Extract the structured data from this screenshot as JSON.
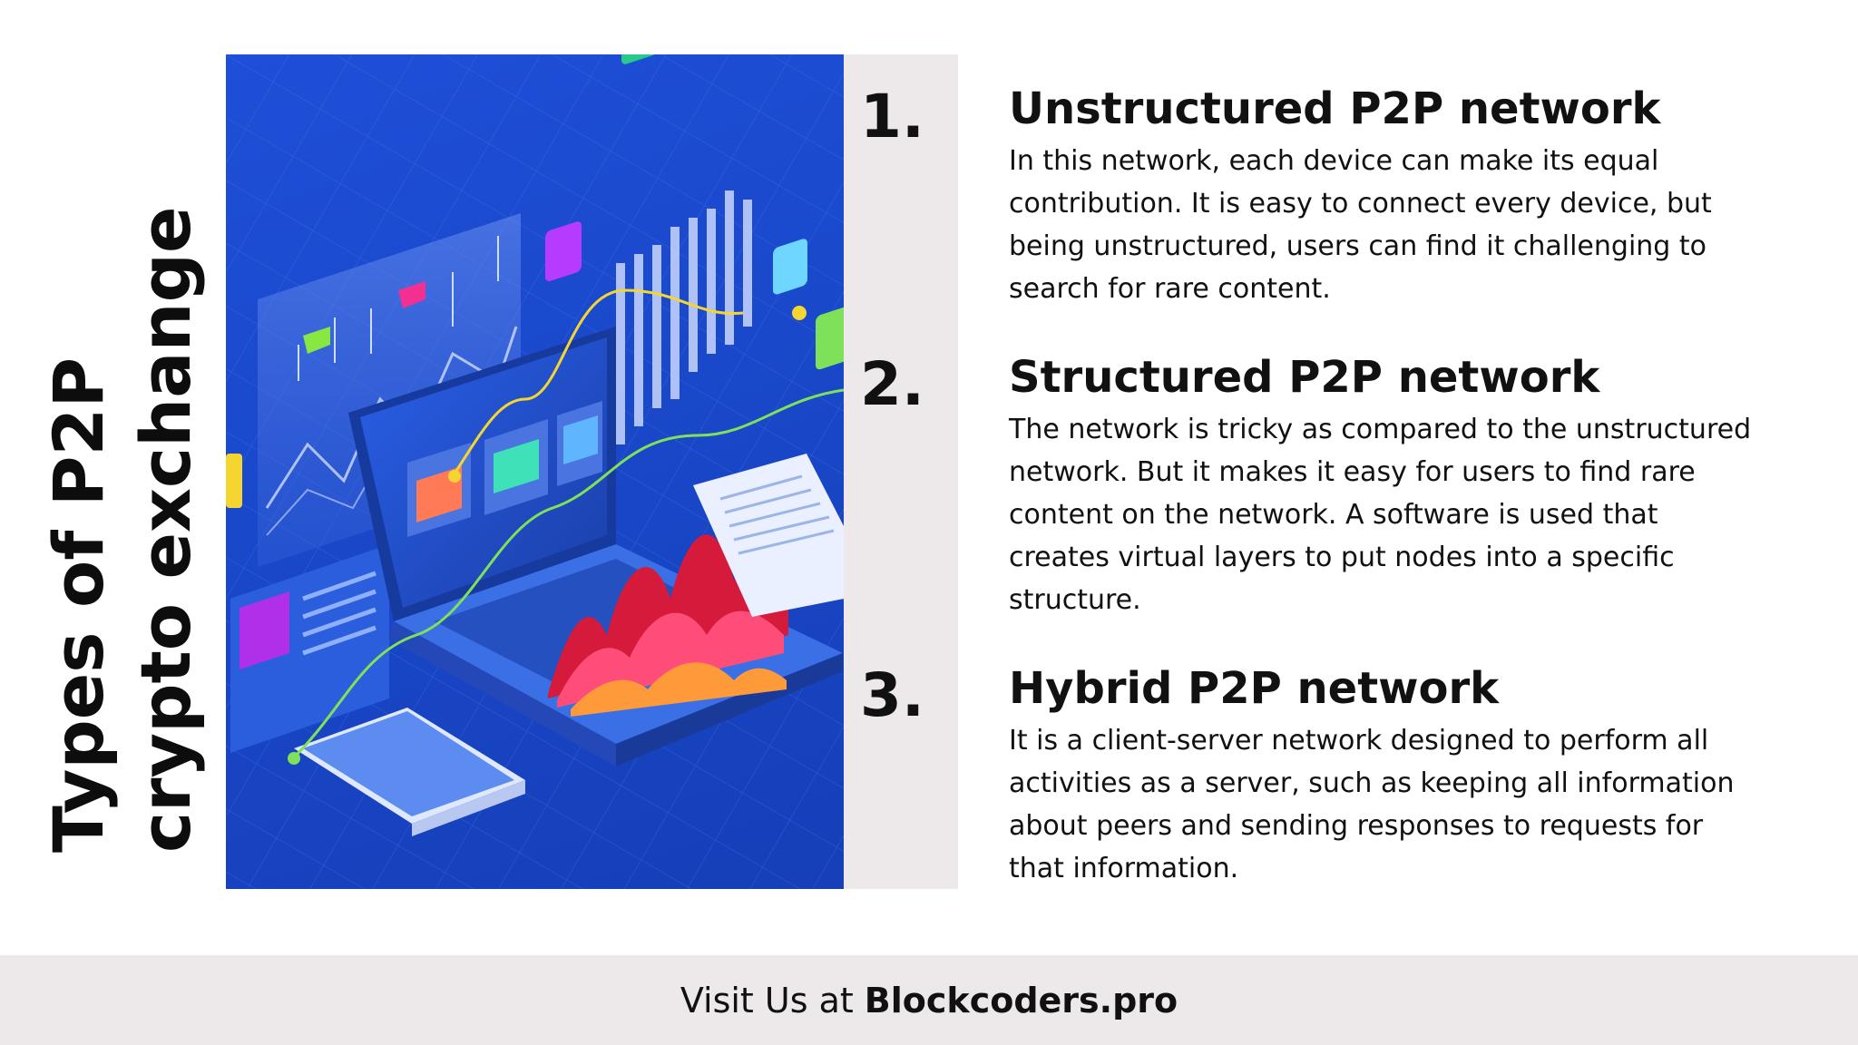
{
  "side_title": {
    "line1": "Types of P2P",
    "line2": "crypto exchange"
  },
  "illustration": {
    "icon": "laptop-analytics-icon",
    "colors": {
      "background": "#1f4fd8",
      "accent_yellow": "#f5d630",
      "accent_green": "#7fe15a",
      "accent_pink": "#e8307a",
      "accent_purple": "#a13ae0"
    }
  },
  "items": [
    {
      "number": "1.",
      "title": "Unstructured P2P network",
      "body": "In this network, each device can make its equal contribution. It is easy to connect every device, but being unstructured, users can find it challenging to search for rare content."
    },
    {
      "number": "2.",
      "title": "Structured P2P network",
      "body": "The network is tricky as compared to the unstructured network. But it makes it easy for users to find rare content on the network. A software is used that creates virtual layers to put nodes into a specific structure."
    },
    {
      "number": "3.",
      "title": "Hybrid P2P network",
      "body": "It is a client-server network designed to perform all activities as a server, such as keeping all information about peers and sending responses to requests for that information."
    }
  ],
  "footer": {
    "prefix": "Visit Us at",
    "brand": "Blockcoders.pro"
  }
}
